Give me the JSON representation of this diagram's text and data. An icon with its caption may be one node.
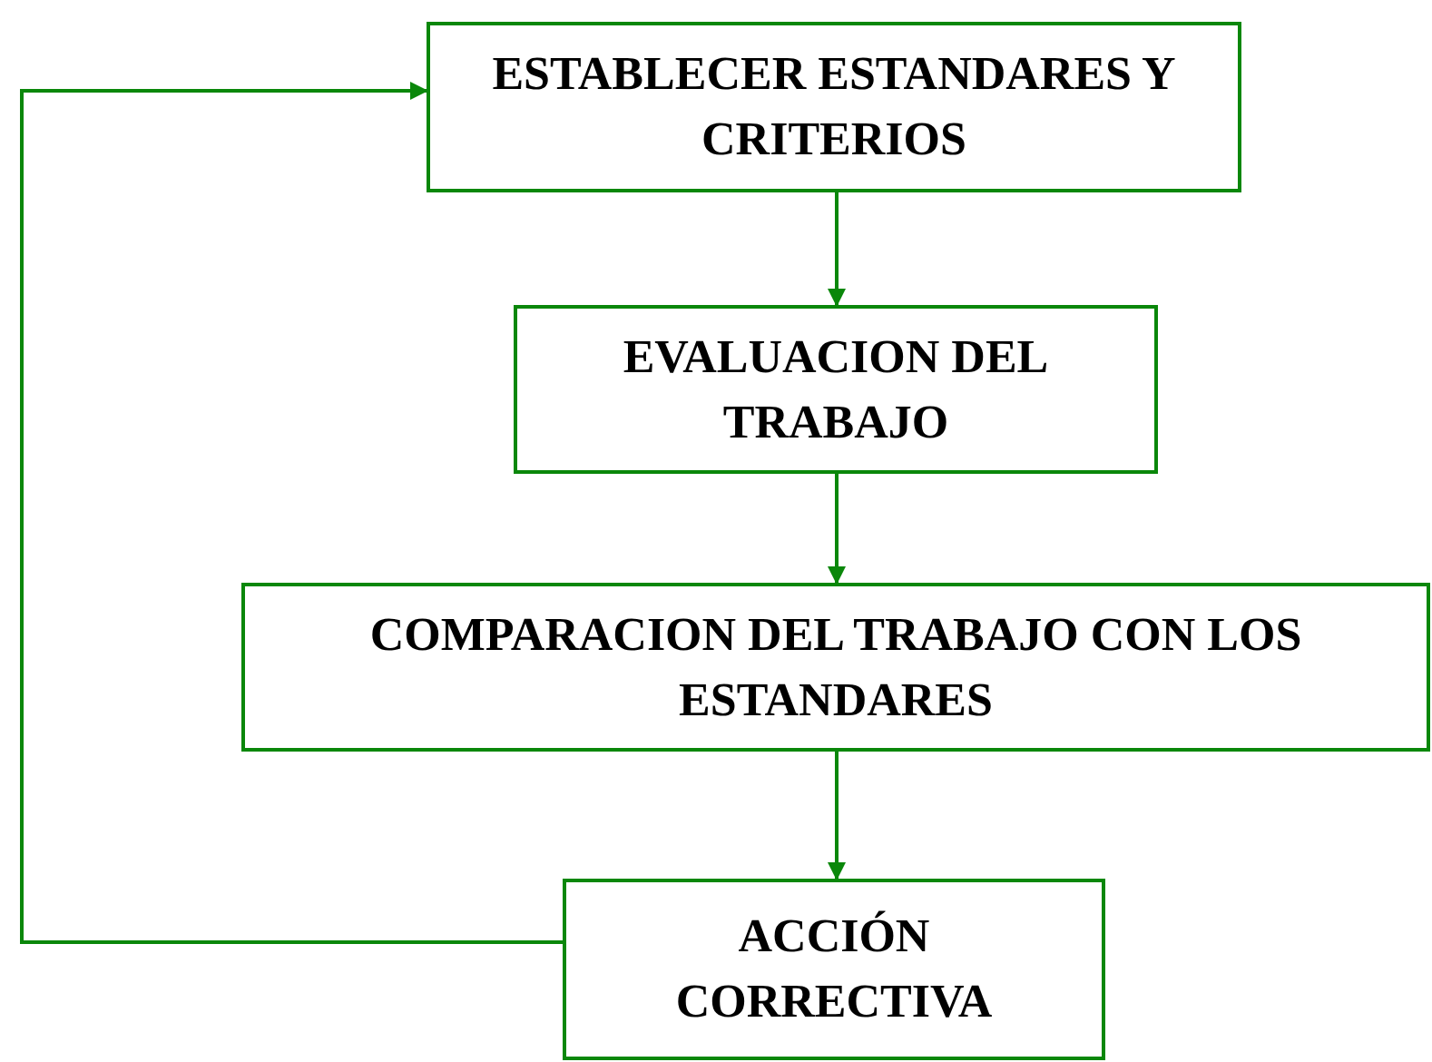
{
  "diagram": {
    "nodes": [
      {
        "text": [
          "ESTABLECER ESTANDARES Y CRITERIOS"
        ]
      },
      {
        "text": [
          "EVALUACION DEL TRABAJO"
        ]
      },
      {
        "text": [
          "COMPARACION DEL TRABAJO CON LOS ESTANDARES"
        ]
      },
      {
        "text": [
          "ACCIÓN CORRECTIVA"
        ]
      }
    ],
    "edges": [
      {
        "from": 0,
        "to": 1,
        "arrow": "to"
      },
      {
        "from": 1,
        "to": 2,
        "arrow": "to"
      },
      {
        "from": 2,
        "to": 3,
        "arrow": "to"
      },
      {
        "from": 3,
        "to": 0,
        "arrow": "to"
      }
    ]
  }
}
